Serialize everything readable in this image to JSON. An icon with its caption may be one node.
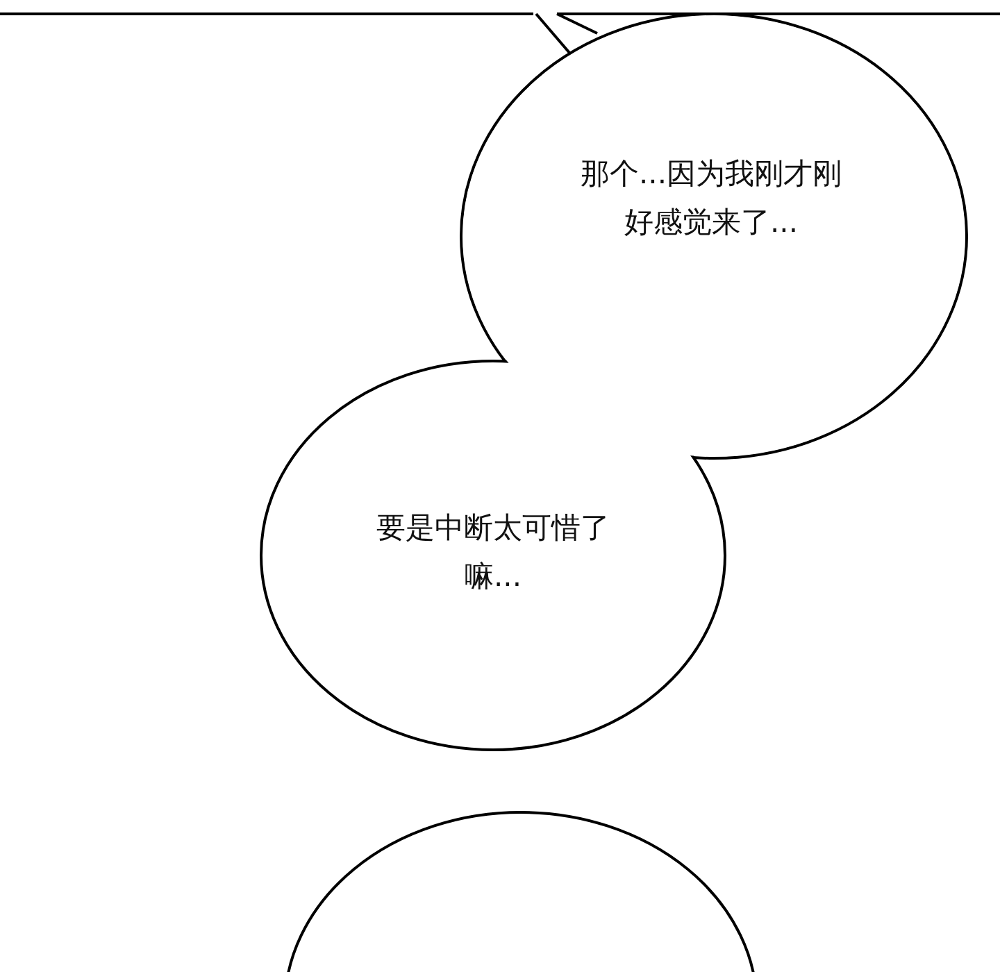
{
  "diagram": {
    "nodes": [
      {
        "text": [
          "那个...因为我刚才刚好感觉来了..."
        ]
      },
      {
        "text": [
          "要是中断太可惜了嘛..."
        ]
      },
      {
        "text": [],
        "shape": "ellipse"
      }
    ]
  }
}
